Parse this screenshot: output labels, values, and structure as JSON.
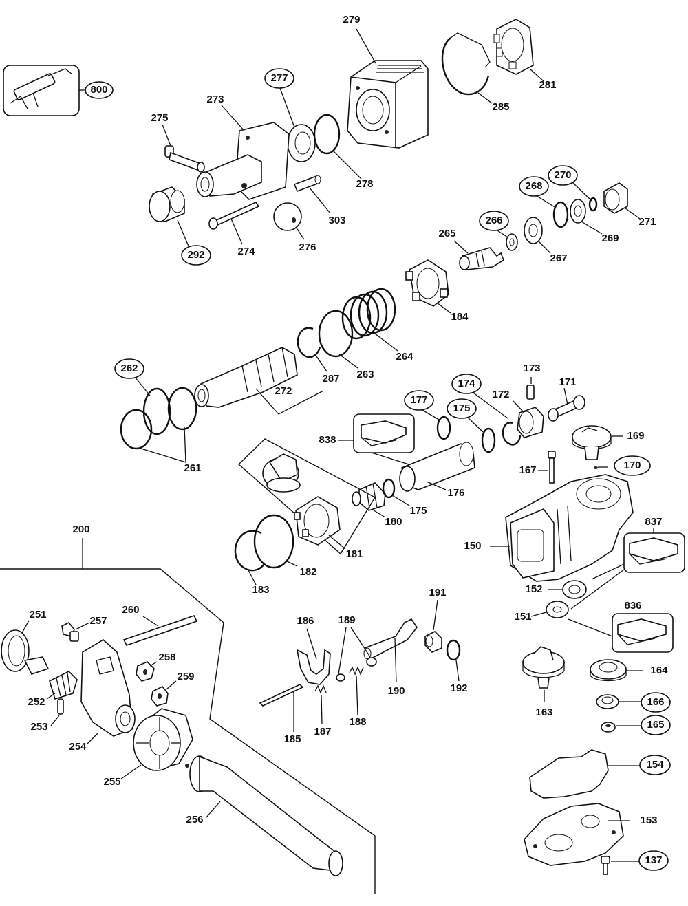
{
  "diagram": {
    "labels": {
      "l800": "800",
      "l279": "279",
      "l281": "281",
      "l285": "285",
      "l277": "277",
      "l273": "273",
      "l275": "275",
      "l278": "278",
      "l303": "303",
      "l292": "292",
      "l274": "274",
      "l276": "276",
      "l268": "268",
      "l270": "270",
      "l271": "271",
      "l269": "269",
      "l266": "266",
      "l265": "265",
      "l267": "267",
      "l184": "184",
      "l264": "264",
      "l263": "263",
      "l287": "287",
      "l262": "262",
      "l272": "272",
      "l261": "261",
      "l173": "173",
      "l171": "171",
      "l174": "174",
      "l172": "172",
      "l177": "177",
      "l175a": "175",
      "l175b": "175",
      "l838": "838",
      "l169": "169",
      "l170": "170",
      "l167": "167",
      "l176": "176",
      "l180": "180",
      "l181": "181",
      "l182": "182",
      "l183": "183",
      "l837": "837",
      "l150": "150",
      "l152": "152",
      "l151": "151",
      "l836": "836",
      "l200": "200",
      "l191": "191",
      "l186": "186",
      "l189": "189",
      "l192": "192",
      "l190": "190",
      "l185": "185",
      "l187": "187",
      "l188": "188",
      "l164": "164",
      "l163": "163",
      "l166": "166",
      "l165": "165",
      "l154": "154",
      "l153": "153",
      "l137": "137",
      "l251": "251",
      "l257": "257",
      "l260": "260",
      "l258": "258",
      "l259": "259",
      "l252": "252",
      "l253": "253",
      "l254": "254",
      "l255": "255",
      "l256": "256"
    },
    "line_color": "#111111",
    "background": "#ffffff"
  }
}
